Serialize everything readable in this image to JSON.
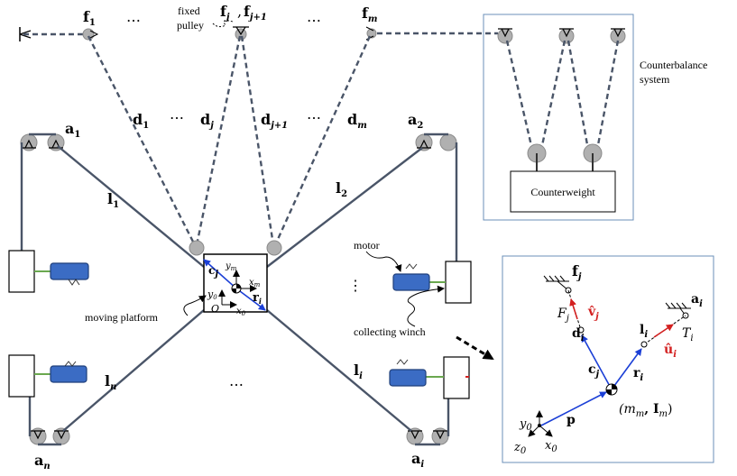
{
  "labels": {
    "f1": "f",
    "f1_sub": "1",
    "dots_top_left": "…",
    "fixed_pulley": "fixed",
    "fixed_pulley_2": "pulley",
    "fj": "f",
    "fj_sub": "j",
    "fj1": "f",
    "fj1_sub": "j+1",
    "dots_top_right": "…",
    "fm": "f",
    "fm_sub": "m",
    "counterbalance_1": "Counterbalance",
    "counterbalance_2": "system",
    "counterweight": "Counterweight",
    "d1": "d",
    "d1_sub": "1",
    "dots_d1": "…",
    "dj": "d",
    "dj_sub": "j",
    "dj1": "d",
    "dj1_sub": "j+1",
    "dots_d2": "…",
    "dm": "d",
    "dm_sub": "m",
    "a1": "a",
    "a1_sub": "1",
    "a2": "a",
    "a2_sub": "2",
    "l1": "l",
    "l1_sub": "1",
    "l2": "l",
    "l2_sub": "2",
    "motor": "motor",
    "moving_platform": "moving platform",
    "collecting_winch": "collecting winch",
    "vdots": "⋮",
    "ln": "l",
    "ln_sub": "n",
    "li": "l",
    "li_sub": "i",
    "dots_bottom": "…",
    "an": "a",
    "an_sub": "n",
    "ai": "a",
    "ai_sub": "i",
    "platform_cj": "c",
    "platform_cj_sub": "j",
    "platform_ym": "y",
    "platform_ym_sub": "m",
    "platform_xm": "x",
    "platform_xm_sub": "m",
    "platform_y0": "y",
    "platform_y0_sub": "0",
    "platform_ri": "r",
    "platform_ri_sub": "i",
    "platform_O": "O",
    "platform_x0": "x",
    "platform_x0_sub": "0"
  },
  "inset": {
    "fj": "f",
    "fj_sub": "j",
    "Fj": "F",
    "Fj_sub": "j",
    "vj": "v̂",
    "vj_sub": "j",
    "dj": "d",
    "dj_sub": "i",
    "cj": "c",
    "cj_sub": "j",
    "li": "l",
    "li_sub": "i",
    "ui": "û",
    "ui_sub": "i",
    "ri": "r",
    "ri_sub": "i",
    "Ti": "T",
    "Ti_sub": "i",
    "ai": "a",
    "ai_sub": "i",
    "mass": "(m",
    "mass_sub": "m",
    "mass_mid": ", I",
    "mass_sub2": "m",
    "mass_end": ")",
    "p": "p",
    "y0": "y",
    "y0_sub": "0",
    "z0": "z",
    "z0_sub": "0",
    "x0": "x",
    "x0_sub": "0"
  },
  "colors": {
    "cable": "#4a5568",
    "pulley": "#b0b0b0",
    "motor": "#3b6cc4",
    "vector_blue": "#1b3fd6",
    "vector_red": "#d32020",
    "shaft_green": "#6aa84f",
    "box_border": "#6b8fb8"
  }
}
